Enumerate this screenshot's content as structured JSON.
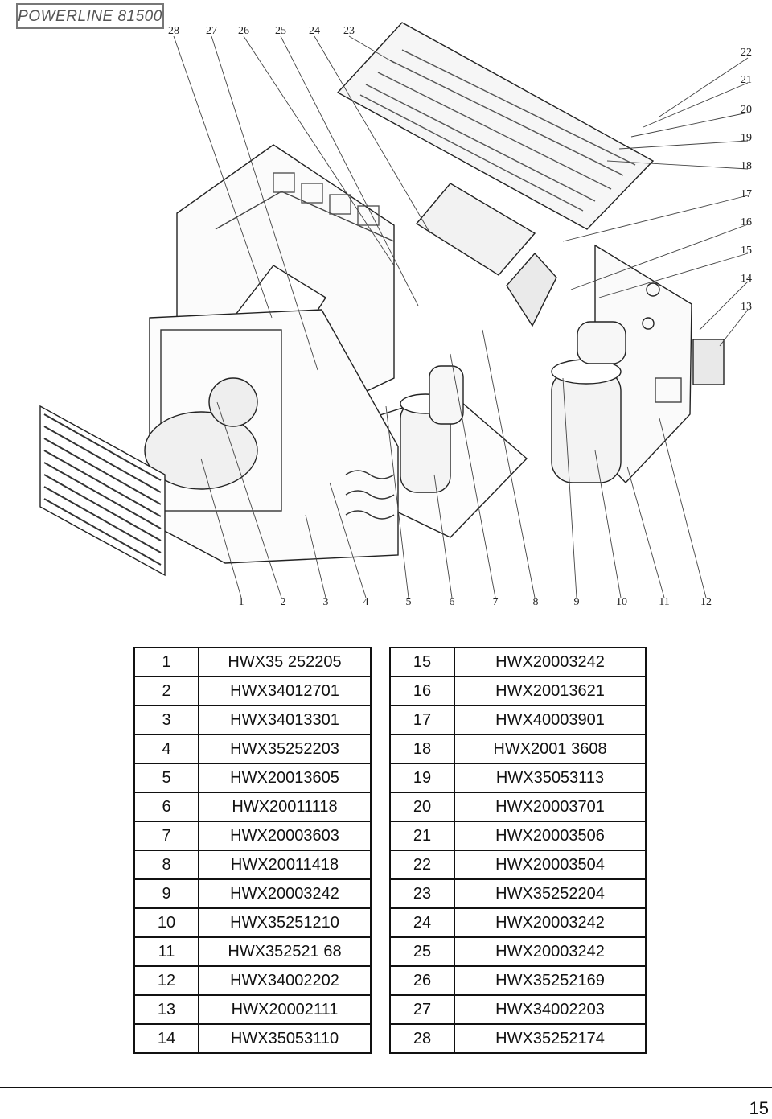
{
  "header": {
    "model_label": "POWERLINE 81500"
  },
  "diagram": {
    "top_callouts": [
      "28",
      "27",
      "26",
      "25",
      "24",
      "23"
    ],
    "right_callouts": [
      "22",
      "21",
      "20",
      "19",
      "18",
      "17",
      "16",
      "15",
      "14",
      "13"
    ],
    "bottom_callouts": [
      "1",
      "2",
      "3",
      "4",
      "5",
      "6",
      "7",
      "8",
      "9",
      "10",
      "11",
      "12"
    ]
  },
  "parts": [
    {
      "left_num": "1",
      "left_code": "HWX35 252205",
      "right_num": "15",
      "right_code": "HWX20003242"
    },
    {
      "left_num": "2",
      "left_code": "HWX34012701",
      "right_num": "16",
      "right_code": "HWX20013621"
    },
    {
      "left_num": "3",
      "left_code": "HWX34013301",
      "right_num": "17",
      "right_code": "HWX40003901"
    },
    {
      "left_num": "4",
      "left_code": "HWX35252203",
      "right_num": "18",
      "right_code": "HWX2001 3608"
    },
    {
      "left_num": "5",
      "left_code": "HWX20013605",
      "right_num": "19",
      "right_code": "HWX35053113"
    },
    {
      "left_num": "6",
      "left_code": "HWX20011118",
      "right_num": "20",
      "right_code": "HWX20003701"
    },
    {
      "left_num": "7",
      "left_code": "HWX20003603",
      "right_num": "21",
      "right_code": "HWX20003506"
    },
    {
      "left_num": "8",
      "left_code": "HWX20011418",
      "right_num": "22",
      "right_code": "HWX20003504"
    },
    {
      "left_num": "9",
      "left_code": "HWX20003242",
      "right_num": "23",
      "right_code": "HWX35252204"
    },
    {
      "left_num": "10",
      "left_code": "HWX35251210",
      "right_num": "24",
      "right_code": "HWX20003242"
    },
    {
      "left_num": "11",
      "left_code": "HWX352521 68",
      "right_num": "25",
      "right_code": "HWX20003242"
    },
    {
      "left_num": "12",
      "left_code": "HWX34002202",
      "right_num": "26",
      "right_code": "HWX35252169"
    },
    {
      "left_num": "13",
      "left_code": "HWX20002111",
      "right_num": "27",
      "right_code": "HWX34002203"
    },
    {
      "left_num": "14",
      "left_code": "HWX35053110",
      "right_num": "28",
      "right_code": "HWX35252174"
    }
  ],
  "footer": {
    "page_number": "15"
  }
}
